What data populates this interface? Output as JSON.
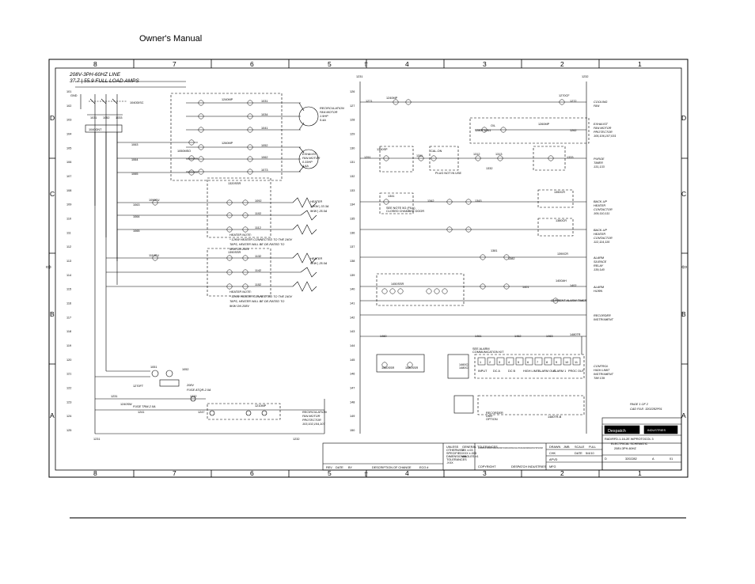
{
  "header": {
    "title": "Owner's Manual"
  },
  "zones": {
    "columns": [
      "8",
      "7",
      "6",
      "5",
      "4",
      "3",
      "2",
      "1"
    ],
    "rows": [
      "D",
      "C",
      "B",
      "A"
    ]
  },
  "supply": {
    "line": "208V-3PH-60HZ LINE",
    "amps": "37.7 | 55.9 FULL LOAD AMPS",
    "gnd": "GND",
    "disconnect": "1040DISC",
    "terminals": [
      "1031",
      "1052",
      "1033"
    ],
    "ground_term": "1040GNT"
  },
  "left_rungs": [
    "101",
    "102",
    "103",
    "104",
    "105",
    "106",
    "107",
    "108",
    "109",
    "110",
    "111",
    "112",
    "113",
    "114",
    "115",
    "116",
    "117",
    "118",
    "119",
    "120",
    "121",
    "122",
    "123",
    "124",
    "125"
  ],
  "right_rungs": [
    "126",
    "127",
    "128",
    "129",
    "130",
    "131",
    "132",
    "133",
    "134",
    "135",
    "136",
    "137",
    "138",
    "139",
    "140",
    "141",
    "142",
    "143",
    "144",
    "145",
    "146",
    "147",
    "148",
    "149",
    "150"
  ],
  "motors": {
    "recirc": {
      "contactor": "1240MP",
      "lines": [
        "1031",
        "1034",
        "1041"
      ],
      "label": [
        "RECIRCULATION",
        "FAN MOTOR",
        "1.5HP",
        "5.4A"
      ]
    },
    "exhaust": {
      "contactor": "1260MP",
      "lines": [
        "1052",
        "1062",
        "1073"
      ],
      "label": [
        "EXHAUST",
        "FAN MOTOR",
        "0.33HP",
        "1.6A"
      ]
    },
    "overload": "1050MSO",
    "feeders": [
      "1063",
      "1064",
      "1065"
    ]
  },
  "heaters": {
    "contactor_a": "1320SSR",
    "contactor_b": "1390SSR",
    "fuse_a": "1090FU",
    "fuse_b": "1110FU",
    "feeders_a": [
      "1063",
      "1064",
      "1065"
    ],
    "outputs_a": [
      "1092",
      "1102",
      "1112"
    ],
    "outputs_b": [
      "1132",
      "1142",
      "1152"
    ],
    "heater_a": [
      "HEATER",
      "12KW | 33.3A",
      "9KW | 25.0A"
    ],
    "heater_b": [
      "HEATER",
      "9KW | 25.0A"
    ],
    "note_title": "HEATER NOTE:",
    "note_a": [
      "* 12KW HEATER CONNECTED TO THE 240V",
      "TAPS, HEATER WILL BE DE-RATED TO",
      "9KW ON 208V"
    ],
    "note_b": [
      "* 12KW HEATER CONNECTED TO THE 240V",
      "TAPS, HEATER WILL BE DE-RATED TO",
      "9KW ON 208V"
    ]
  },
  "control_tx": {
    "fuse_pri": "1270FT",
    "xfmr": "208V",
    "fuse_sec": "FUSE ATQR-2.0A",
    "fuse_trm": "FUSE TRM-2.0A",
    "wires": [
      "1051",
      "1052",
      "1231",
      "1232",
      "1240SW",
      "1241",
      "1247"
    ],
    "relay": "1210MP",
    "label": [
      "RECIRCULATION",
      "FAN MOTOR",
      "PROTECTOR",
      "103,102,104,107"
    ],
    "bottom_terms": [
      "1231",
      "1232"
    ]
  },
  "right_labels": {
    "r127": [
      "COOLING",
      "FAN"
    ],
    "r129": [
      "EXHAUST",
      "FAN MOTOR",
      "PROTECTOR",
      "105,106,107,031"
    ],
    "r131": [
      "PURGE",
      "TIMER",
      "131,133"
    ],
    "r134": [
      "BACK-UP",
      "HEATER",
      "CONTACTOR",
      "109,110,111"
    ],
    "r136": [
      "BACK-UP",
      "HEATER",
      "CONTACTOR",
      "112,114,115"
    ],
    "r138": [
      "ALARM",
      "SILENCE",
      "RELAY",
      "139,140"
    ],
    "r140": [
      "ALARM",
      "HORN"
    ],
    "r141": "CURRENT ALARM TIMER",
    "r142": [
      "RECORDER",
      "INSTRUMENT"
    ],
    "r146": [
      "CONTROL",
      "HIGH LIMIT",
      "INSTRUMENT",
      "TIM 139"
    ]
  },
  "right_devices": {
    "top_terms": [
      "1231",
      "1232"
    ],
    "items": [
      "1240MP",
      "1270CF",
      "1271",
      "1272",
      "1260MP",
      "O/L",
      "1280PT",
      "1261",
      "1262",
      "1291",
      "1311",
      "1312",
      "1313",
      "1332",
      "1333",
      "1340SP",
      "1341",
      "1342",
      "1343",
      "1350CR",
      "1380CR",
      "1381",
      "1382",
      "1390CR",
      "1400AH",
      "1401",
      "1402",
      "1460",
      "1461",
      "1462",
      "1463",
      "1480TR",
      "1560SSR",
      "1580SSR",
      "SEE ALARM",
      "COMMUNICATION KIT",
      "1460CI",
      "1480CI",
      "1450SSR"
    ],
    "purge_note": "CAL-ON",
    "purge_note2": "PLUG NOT IN USE",
    "door_note": "SEE NOTE 5G (FILL)",
    "door_note2": "CLOSED CHAMBER DOOR",
    "ctrl_terms": [
      "1",
      "2",
      "3",
      "4",
      "5",
      "6",
      "7",
      "8",
      "9",
      "10",
      "11"
    ],
    "ctrl_labels": [
      "INPUT",
      "DC A",
      "DC B",
      "HIGH LIMIT",
      "ALARM OUT",
      "ALARM 1",
      "PROC OUT"
    ],
    "recorder": [
      "RECORDER",
      "UNIT",
      "OPTION"
    ],
    "recorder_tr": "1480TR-B"
  },
  "notes": {
    "page": "PAGE 1 OF 2",
    "cad": "CAD FILE: 3202282P01"
  },
  "title_block": {
    "brand": "Despatch",
    "brand_sub": "INDUSTRIES",
    "title1": "RAD/RFD-1-16-2E W/PROTOCOL 3",
    "title2": "ELECTRICAL SCHEMATIC",
    "title3": "208V-3PH-60HZ",
    "doc_no": "3202282",
    "rev": "A",
    "sheet": "01",
    "size": "D",
    "fields": [
      "DRAWN",
      "JMB",
      "SCALE",
      "FULL",
      "CHK",
      "DATE",
      "5/4/10",
      "APVD",
      "MFG"
    ],
    "revision_cols": [
      "REV",
      "DATE",
      "BY",
      "DESCRIPTION OF CHANGE",
      "ECO #"
    ],
    "copyright": "COPYRIGHT",
    "copyright2": "DESPATCH INDUSTRIES",
    "unless": [
      "UNLESS",
      "OTHERWISE",
      "SPECIFIED",
      "DIMENSIONAL",
      "TOLERANCES",
      ".XXX"
    ],
    "general": [
      "GENERAL TOLERANCES",
      "XX  ±.03",
      "XXX ±.005",
      "ANGLES ±1"
    ],
    "confidential": "ALL INFORMATION ON THIS DRAWING IS THE EXCLUSIVE PROPERTY OF DESPATCH INDUSTRIES AND SHALL NOT BE DISCLOSED OR REPRODUCED WITHOUT WRITTEN CONSENT"
  },
  "arrows": {
    "marks": [
      "⇧",
      "⇨",
      "⇦"
    ]
  }
}
